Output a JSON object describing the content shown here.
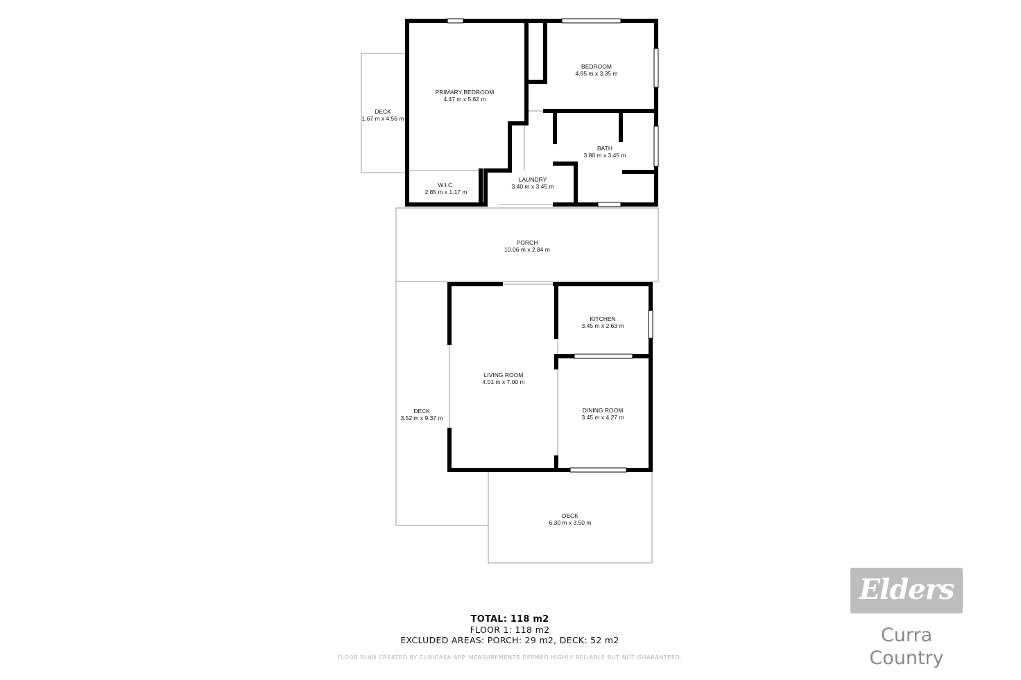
{
  "rooms": [
    {
      "id": "primary-bedroom",
      "name": "PRIMARY BEDROOM",
      "size": "4.47 m x 5.62 m"
    },
    {
      "id": "bedroom",
      "name": "BEDROOM",
      "size": "4.85 m x 3.35 m"
    },
    {
      "id": "deck-west-upper",
      "name": "DECK",
      "size": "1.67 m x 4.56 m"
    },
    {
      "id": "bath",
      "name": "BATH",
      "size": "3.80 m x 3.45 m"
    },
    {
      "id": "wic",
      "name": "W.I.C.",
      "size": "2.85 m x 1.17 m"
    },
    {
      "id": "laundry",
      "name": "LAUNDRY",
      "size": "3.40 m x 3.45 m"
    },
    {
      "id": "porch",
      "name": "PORCH",
      "size": "10.06 m x 2.84 m"
    },
    {
      "id": "kitchen",
      "name": "KITCHEN",
      "size": "3.45 m x 2.63 m"
    },
    {
      "id": "living-room",
      "name": "LIVING ROOM",
      "size": "4.01 m x 7.00 m"
    },
    {
      "id": "dining-room",
      "name": "DINING ROOM",
      "size": "3.45 m x 4.27 m"
    },
    {
      "id": "deck-west-lower",
      "name": "DECK",
      "size": "3.52 m x 9.37 m"
    },
    {
      "id": "deck-south",
      "name": "DECK",
      "size": "6.30 m x 3.50 m"
    }
  ],
  "totals": {
    "total": "TOTAL: 118 m2",
    "floor": "FLOOR 1: 118 m2",
    "excluded": "EXCLUDED AREAS: PORCH: 29 m2, DECK: 52 m2"
  },
  "disclaimer": "FLOOR PLAN CREATED BY CUBICASA APP. MEASUREMENTS DEEMED HIGHLY RELIABLE BUT NOT GUARANTEED.",
  "brand": {
    "logo_text": "Elders",
    "office_line1": "Curra",
    "office_line2": "Country",
    "logo_color": "#bdbdbd",
    "office_color": "#8a8a8a"
  },
  "colors": {
    "wall": "#000000",
    "thin_line": "#9a9a9a"
  }
}
